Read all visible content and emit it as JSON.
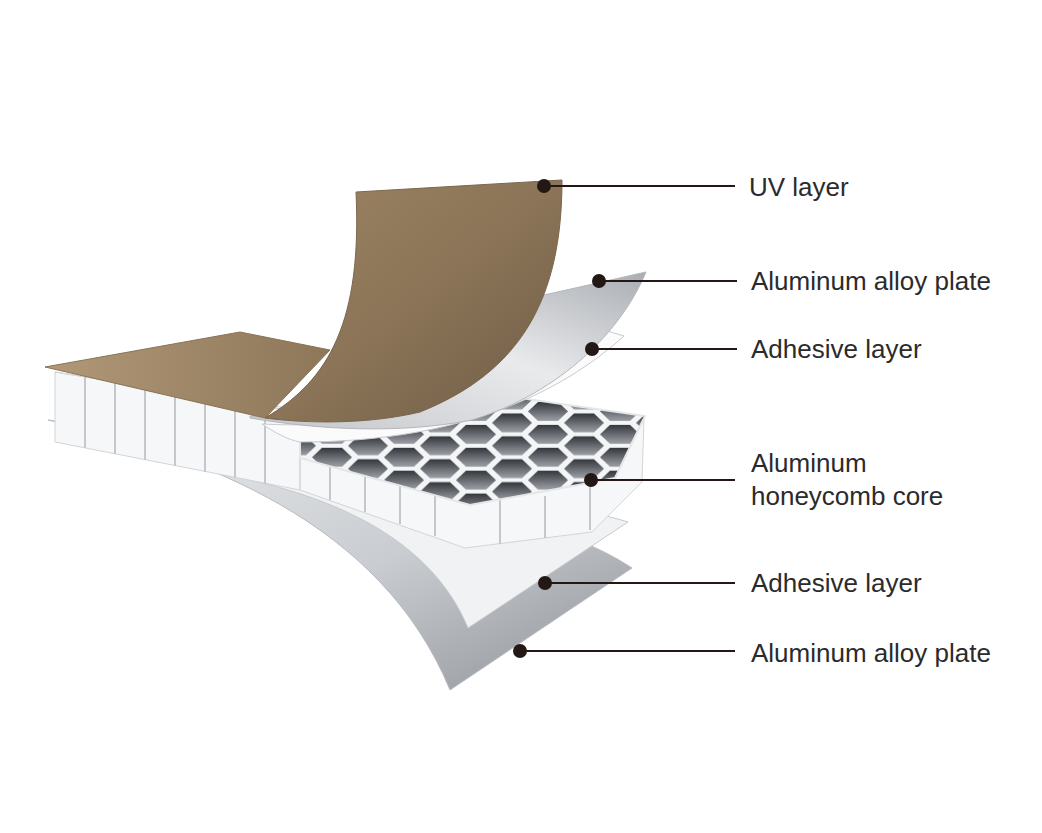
{
  "diagram": {
    "labels": [
      "UV layer",
      "Aluminum alloy plate",
      "Adhesive layer",
      "Aluminum honeycomb core",
      "Adhesive layer",
      "Aluminum alloy plate"
    ]
  }
}
